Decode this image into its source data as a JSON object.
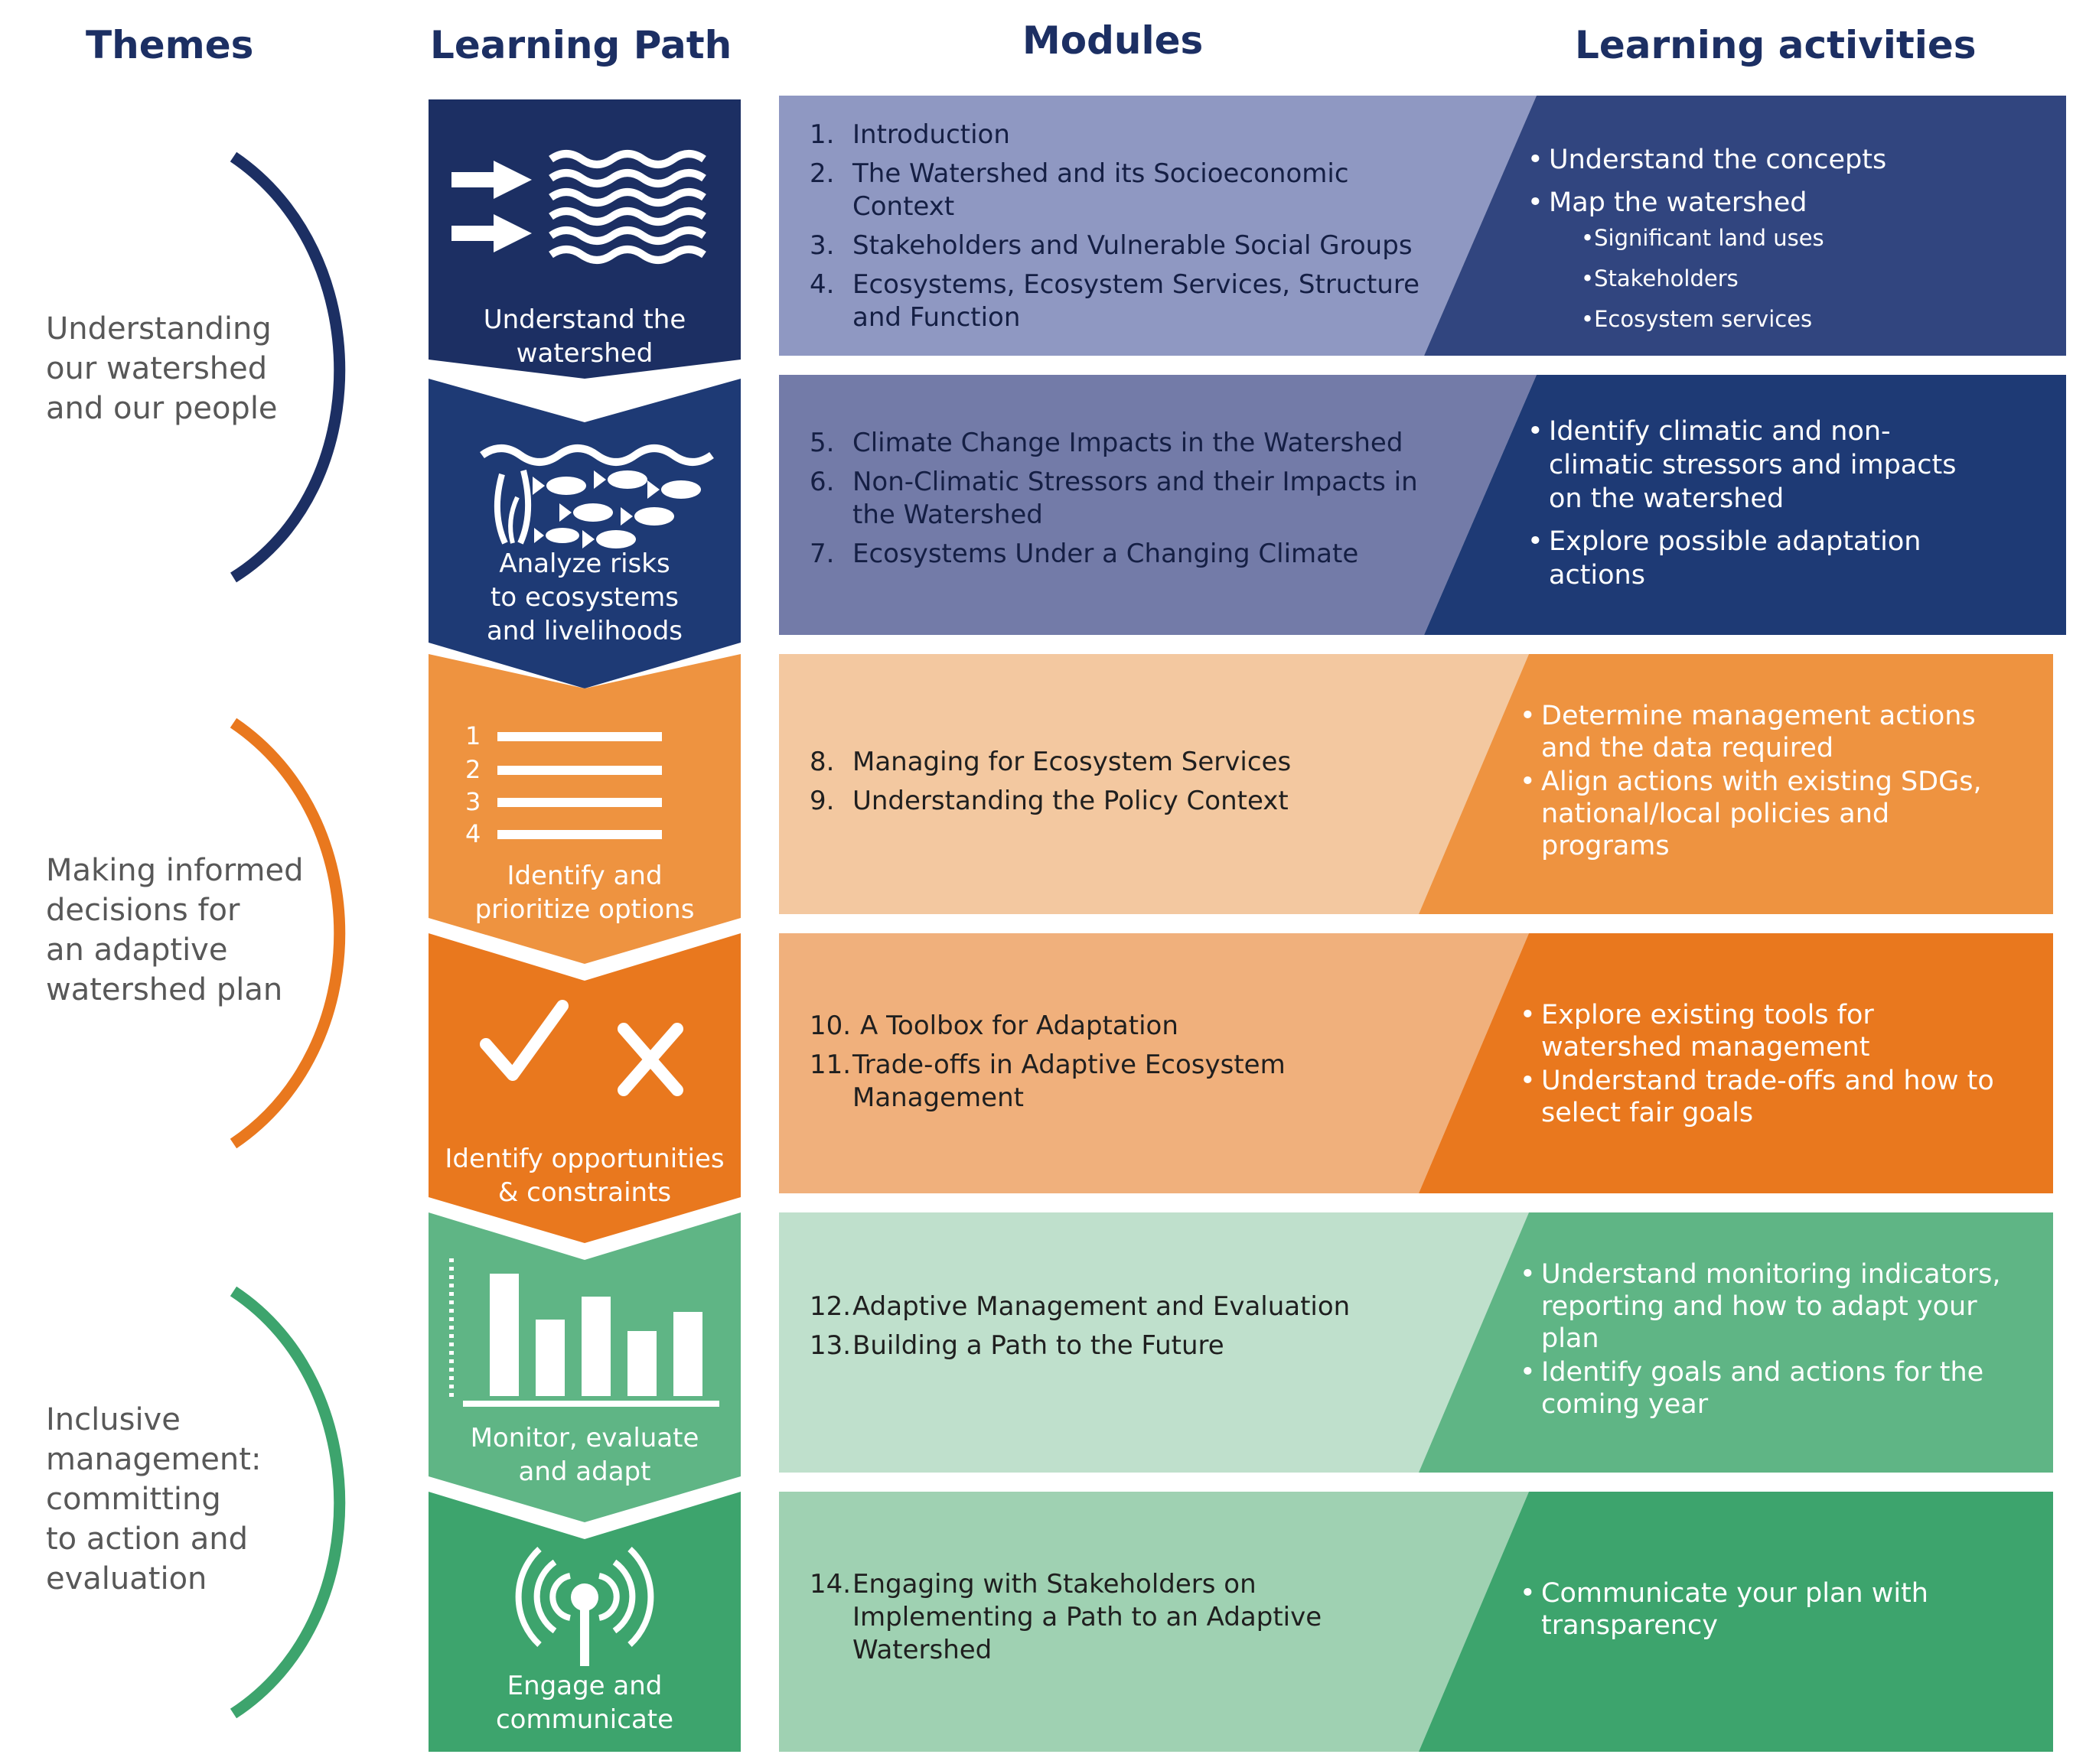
{
  "headers": {
    "themes": "Themes",
    "learning_path": "Learning Path",
    "modules": "Modules",
    "learning_activities": "Learning activities"
  },
  "colors": {
    "navy": "#1c2f63",
    "navy_dark": "#1e3a75",
    "navy_mid": "#31457f",
    "lavender": "#8f98c2",
    "periwinkle": "#737ba8",
    "orange": "#e9781e",
    "orange_light": "#ee9340",
    "peach": "#f3c8a0",
    "peach_mid": "#f0b07c",
    "green": "#3da46d",
    "green_light": "#5fb585",
    "mint": "#bfe0cc",
    "mint_mid": "#9fd1b2",
    "theme_text": "#585858"
  },
  "themes": [
    {
      "label": "Understanding\nour watershed\nand our people"
    },
    {
      "label": "Making informed\ndecisions for\nan adaptive\nwatershed plan"
    },
    {
      "label": "Inclusive\nmanagement:\ncommitting\nto action and\nevaluation"
    }
  ],
  "learning_path": [
    {
      "label": "Understand the\nwatershed",
      "icon": "arrows-waves-icon"
    },
    {
      "label": "Analyze risks\nto ecosystems\nand livelihoods",
      "icon": "fish-seaweed-icon"
    },
    {
      "label": "Identify and\nprioritize options",
      "icon": "numbered-list-icon",
      "list_numbers": [
        "1",
        "2",
        "3",
        "4"
      ]
    },
    {
      "label": "Identify opportunities\n& constraints",
      "icon": "check-cross-icon"
    },
    {
      "label": "Monitor, evaluate\nand adapt",
      "icon": "bar-chart-icon"
    },
    {
      "label": "Engage and\ncommunicate",
      "icon": "broadcast-antenna-icon"
    }
  ],
  "rows": [
    {
      "modules": [
        {
          "num": "1.",
          "text": "Introduction"
        },
        {
          "num": "2.",
          "text": "The Watershed and its Socioeconomic Context"
        },
        {
          "num": "3.",
          "text": "Stakeholders and Vulnerable Social Groups"
        },
        {
          "num": "4.",
          "text": "Ecosystems, Ecosystem Services, Structure and Function"
        }
      ],
      "activities": [
        {
          "text": "Understand the concepts",
          "sub": []
        },
        {
          "text": "Map the watershed",
          "sub": [
            "Significant land uses",
            "Stakeholders",
            "Ecosystem services"
          ]
        }
      ]
    },
    {
      "modules": [
        {
          "num": "5.",
          "text": "Climate Change Impacts in the Watershed"
        },
        {
          "num": "6.",
          "text": "Non-Climatic Stressors and their Impacts in the Watershed"
        },
        {
          "num": "7.",
          "text": "Ecosystems Under a Changing Climate"
        }
      ],
      "activities": [
        {
          "text": "Identify climatic and non-climatic stressors and impacts on the watershed",
          "sub": []
        },
        {
          "text": "Explore possible adaptation actions",
          "sub": []
        }
      ]
    },
    {
      "modules": [
        {
          "num": "8.",
          "text": "Managing for Ecosystem Services"
        },
        {
          "num": "9.",
          "text": "Understanding the Policy Context"
        }
      ],
      "activities": [
        {
          "text": "Determine management actions and the data required",
          "sub": []
        },
        {
          "text": "Align actions with existing SDGs, national/local policies and programs",
          "sub": []
        }
      ]
    },
    {
      "modules": [
        {
          "num": "10.",
          "text": "A Toolbox for Adaptation"
        },
        {
          "num": "11.",
          "text": "Trade-offs in Adaptive Ecosystem Management"
        }
      ],
      "activities": [
        {
          "text": "Explore existing tools for watershed management",
          "sub": []
        },
        {
          "text": "Understand trade-offs and how to select fair goals",
          "sub": []
        }
      ]
    },
    {
      "modules": [
        {
          "num": "12.",
          "text": "Adaptive Management and Evaluation"
        },
        {
          "num": "13.",
          "text": "Building a Path to the Future"
        }
      ],
      "activities": [
        {
          "text": "Understand monitoring indicators, reporting and how to adapt your plan",
          "sub": []
        },
        {
          "text": "Identify goals and actions for the coming year",
          "sub": []
        }
      ]
    },
    {
      "modules": [
        {
          "num": "14.",
          "text": "Engaging with Stakeholders on Implementing a Path to an Adaptive Watershed"
        }
      ],
      "activities": [
        {
          "text": "Communicate your plan with transparency",
          "sub": []
        }
      ]
    }
  ]
}
